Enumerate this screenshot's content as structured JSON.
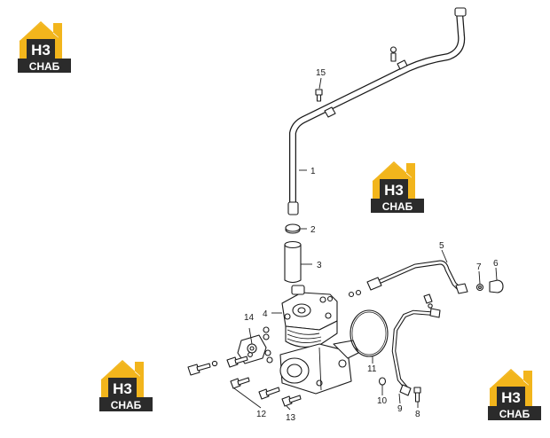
{
  "logo": {
    "mark_text": "H3",
    "brand_text": "СНАБ",
    "colors": {
      "accent": "#f2b51c",
      "dark": "#2b2b2b",
      "text_light": "#ffffff"
    }
  },
  "callouts": [
    {
      "id": "c1",
      "label": "1"
    },
    {
      "id": "c2",
      "label": "2"
    },
    {
      "id": "c3",
      "label": "3"
    },
    {
      "id": "c4",
      "label": "4"
    },
    {
      "id": "c5",
      "label": "5"
    },
    {
      "id": "c6",
      "label": "6"
    },
    {
      "id": "c7",
      "label": "7"
    },
    {
      "id": "c8",
      "label": "8"
    },
    {
      "id": "c9",
      "label": "9"
    },
    {
      "id": "c10",
      "label": "10"
    },
    {
      "id": "c11",
      "label": "11"
    },
    {
      "id": "c12",
      "label": "12"
    },
    {
      "id": "c13",
      "label": "13"
    },
    {
      "id": "c14",
      "label": "14"
    },
    {
      "id": "c15",
      "label": "15"
    }
  ]
}
